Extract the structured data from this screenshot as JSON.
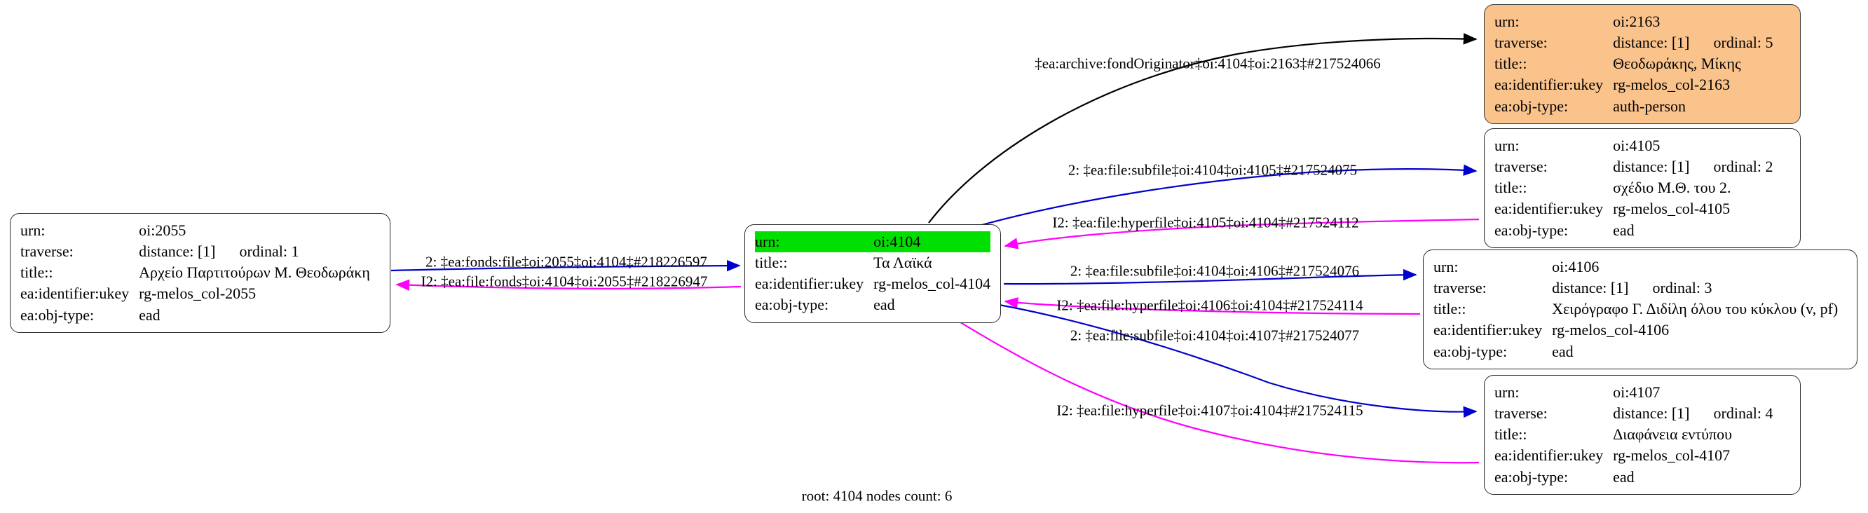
{
  "graph": {
    "caption": "root: 4104 nodes count: 6",
    "colors": {
      "node_fill": "#ffffff",
      "node_accent_fill": "#fac38c",
      "highlight_fill": "#00e000",
      "node_border": "#2b2b2b",
      "edge_forward": "#0000cd",
      "edge_inverse": "#ff00ff",
      "edge_plain": "#000000"
    },
    "nodes": [
      {
        "id": "oi:2055",
        "name": "node-oi-2055",
        "accent": false,
        "rows": [
          {
            "key": "urn:",
            "value": "oi:2055",
            "highlight": false
          },
          {
            "key": "traverse:",
            "value": "distance: [1]",
            "extra": "ordinal: 1",
            "highlight": false
          },
          {
            "key": "title::",
            "value": "Αρχείο Παρτιτούρων Μ. Θεοδωράκη",
            "highlight": false
          },
          {
            "key": "ea:identifier:ukey",
            "value": "rg-melos_col-2055",
            "highlight": false
          },
          {
            "key": "ea:obj-type:",
            "value": "ead",
            "highlight": false
          }
        ]
      },
      {
        "id": "oi:4104",
        "name": "node-oi-4104",
        "accent": false,
        "rows": [
          {
            "key": "urn:",
            "value": "oi:4104",
            "highlight": true
          },
          {
            "key": "title::",
            "value": "Τα Λαϊκά",
            "highlight": false
          },
          {
            "key": "ea:identifier:ukey",
            "value": "rg-melos_col-4104",
            "highlight": false
          },
          {
            "key": "ea:obj-type:",
            "value": "ead",
            "highlight": false
          }
        ]
      },
      {
        "id": "oi:2163",
        "name": "node-oi-2163",
        "accent": true,
        "rows": [
          {
            "key": "urn:",
            "value": "oi:2163",
            "highlight": false
          },
          {
            "key": "traverse:",
            "value": "distance: [1]",
            "extra": "ordinal: 5",
            "highlight": false
          },
          {
            "key": "title::",
            "value": "Θεοδωράκης, Μίκης",
            "highlight": false
          },
          {
            "key": "ea:identifier:ukey",
            "value": "rg-melos_col-2163",
            "highlight": false
          },
          {
            "key": "ea:obj-type:",
            "value": "auth-person",
            "highlight": false
          }
        ]
      },
      {
        "id": "oi:4105",
        "name": "node-oi-4105",
        "accent": false,
        "rows": [
          {
            "key": "urn:",
            "value": "oi:4105",
            "highlight": false
          },
          {
            "key": "traverse:",
            "value": "distance: [1]",
            "extra": "ordinal: 2",
            "highlight": false
          },
          {
            "key": "title::",
            "value": "σχέδιο Μ.Θ. του 2.",
            "highlight": false
          },
          {
            "key": "ea:identifier:ukey",
            "value": "rg-melos_col-4105",
            "highlight": false
          },
          {
            "key": "ea:obj-type:",
            "value": "ead",
            "highlight": false
          }
        ]
      },
      {
        "id": "oi:4106",
        "name": "node-oi-4106",
        "accent": false,
        "rows": [
          {
            "key": "urn:",
            "value": "oi:4106",
            "highlight": false
          },
          {
            "key": "traverse:",
            "value": "distance: [1]",
            "extra": "ordinal: 3",
            "highlight": false
          },
          {
            "key": "title::",
            "value": "Χειρόγραφο Γ. Διδίλη όλου του κύκλου (v, pf)",
            "highlight": false
          },
          {
            "key": "ea:identifier:ukey",
            "value": "rg-melos_col-4106",
            "highlight": false
          },
          {
            "key": "ea:obj-type:",
            "value": "ead",
            "highlight": false
          }
        ]
      },
      {
        "id": "oi:4107",
        "name": "node-oi-4107",
        "accent": false,
        "rows": [
          {
            "key": "urn:",
            "value": "oi:4107",
            "highlight": false
          },
          {
            "key": "traverse:",
            "value": "distance: [1]",
            "extra": "ordinal: 4",
            "highlight": false
          },
          {
            "key": "title::",
            "value": "Διαφάνεια εντύπου",
            "highlight": false
          },
          {
            "key": "ea:identifier:ukey",
            "value": "rg-melos_col-4107",
            "highlight": false
          },
          {
            "key": "ea:obj-type:",
            "value": "ead",
            "highlight": false
          }
        ]
      }
    ],
    "edges": [
      {
        "name": "edge-2055-to-4104",
        "label": "2: ‡ea:fonds:file‡oi:2055‡oi:4104‡#218226597"
      },
      {
        "name": "edge-4104-to-2055",
        "label": "I2: ‡ea:file:fonds‡oi:4104‡oi:2055‡#218226947"
      },
      {
        "name": "edge-4104-to-2163",
        "label": "‡ea:archive:fondOriginator‡oi:4104‡oi:2163‡#217524066"
      },
      {
        "name": "edge-4104-to-4105",
        "label": "2: ‡ea:file:subfile‡oi:4104‡oi:4105‡#217524075"
      },
      {
        "name": "edge-4105-to-4104",
        "label": "I2: ‡ea:file:hyperfile‡oi:4105‡oi:4104‡#217524112"
      },
      {
        "name": "edge-4104-to-4106",
        "label": "2: ‡ea:file:subfile‡oi:4104‡oi:4106‡#217524076"
      },
      {
        "name": "edge-4106-to-4104",
        "label": "I2: ‡ea:file:hyperfile‡oi:4106‡oi:4104‡#217524114"
      },
      {
        "name": "edge-4104-to-4107",
        "label": "2: ‡ea:file:subfile‡oi:4104‡oi:4107‡#217524077"
      },
      {
        "name": "edge-4107-to-4104",
        "label": "I2: ‡ea:file:hyperfile‡oi:4107‡oi:4104‡#217524115"
      }
    ]
  }
}
